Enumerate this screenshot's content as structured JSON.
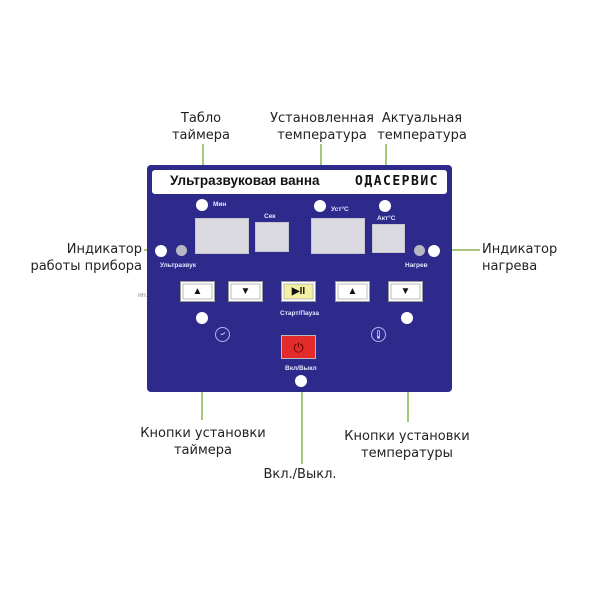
{
  "callouts": {
    "timer_display": [
      "Табло",
      "таймера"
    ],
    "set_temperature": [
      "Установленная",
      "температура"
    ],
    "actual_temperature": [
      "Актуальная",
      "температура"
    ],
    "device_indicator": [
      "Индикатор",
      "работы прибора"
    ],
    "heating_indicator": [
      "Индикатор",
      "нагрева"
    ],
    "timer_buttons": [
      "Кнопки установки",
      "таймера"
    ],
    "temperature_buttons": [
      "Кнопки установки",
      "температуры"
    ],
    "power": "Вкл./Выкл."
  },
  "panel": {
    "title": "Ультразвуковая ванна",
    "logo": "ОДАСЕРВИС",
    "labels": {
      "min": "Мин",
      "sec": "Сек",
      "set_temp": "Уст°С",
      "act_temp": "Акт°С",
      "ultrasound": "Ультразвук",
      "heating": "Нагрев",
      "start_pause": "Старт/Пауза",
      "on_off": "Вкл/Выкл",
      "stray_text": "ин."
    },
    "icons": {
      "up": "▲",
      "down": "▼",
      "play_pause": "▶II",
      "power": "⏻"
    }
  },
  "colors": {
    "panel": "#2e2a8c",
    "leader_line": "#a6c87a",
    "play_button": "#f3f1a0",
    "power_button": "#e32b2b"
  }
}
